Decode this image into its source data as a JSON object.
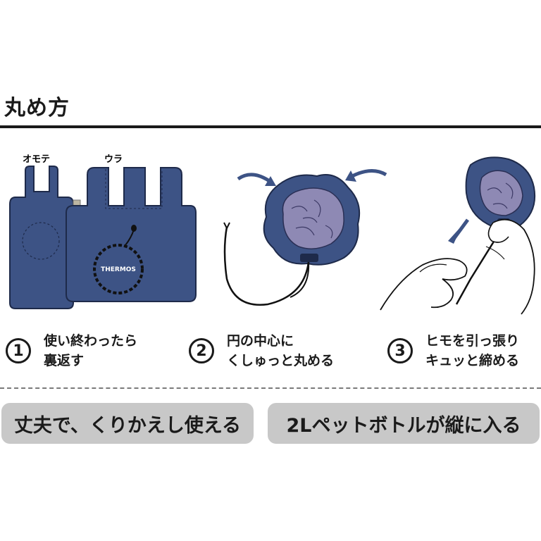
{
  "heading": "丸め方",
  "bag_labels": {
    "front": "オモテ",
    "back": "ウラ"
  },
  "brand_text": "THERMOS",
  "steps": [
    {
      "number": "1",
      "line1": "使い終わったら",
      "line2": "裏返す"
    },
    {
      "number": "2",
      "line1": "円の中心に",
      "line2": "くしゅっと丸める"
    },
    {
      "number": "3",
      "line1": "ヒモを引っ張り",
      "line2": "キュッと締める"
    }
  ],
  "features": [
    "丈夫で、くりかえし使える",
    "2Lペットボトルが縦に入る"
  ],
  "colors": {
    "navy": "#3d5385",
    "navy_dark": "#1e2a4a",
    "lining": "#8e89b4",
    "pill_bg": "#c8c8c8"
  }
}
